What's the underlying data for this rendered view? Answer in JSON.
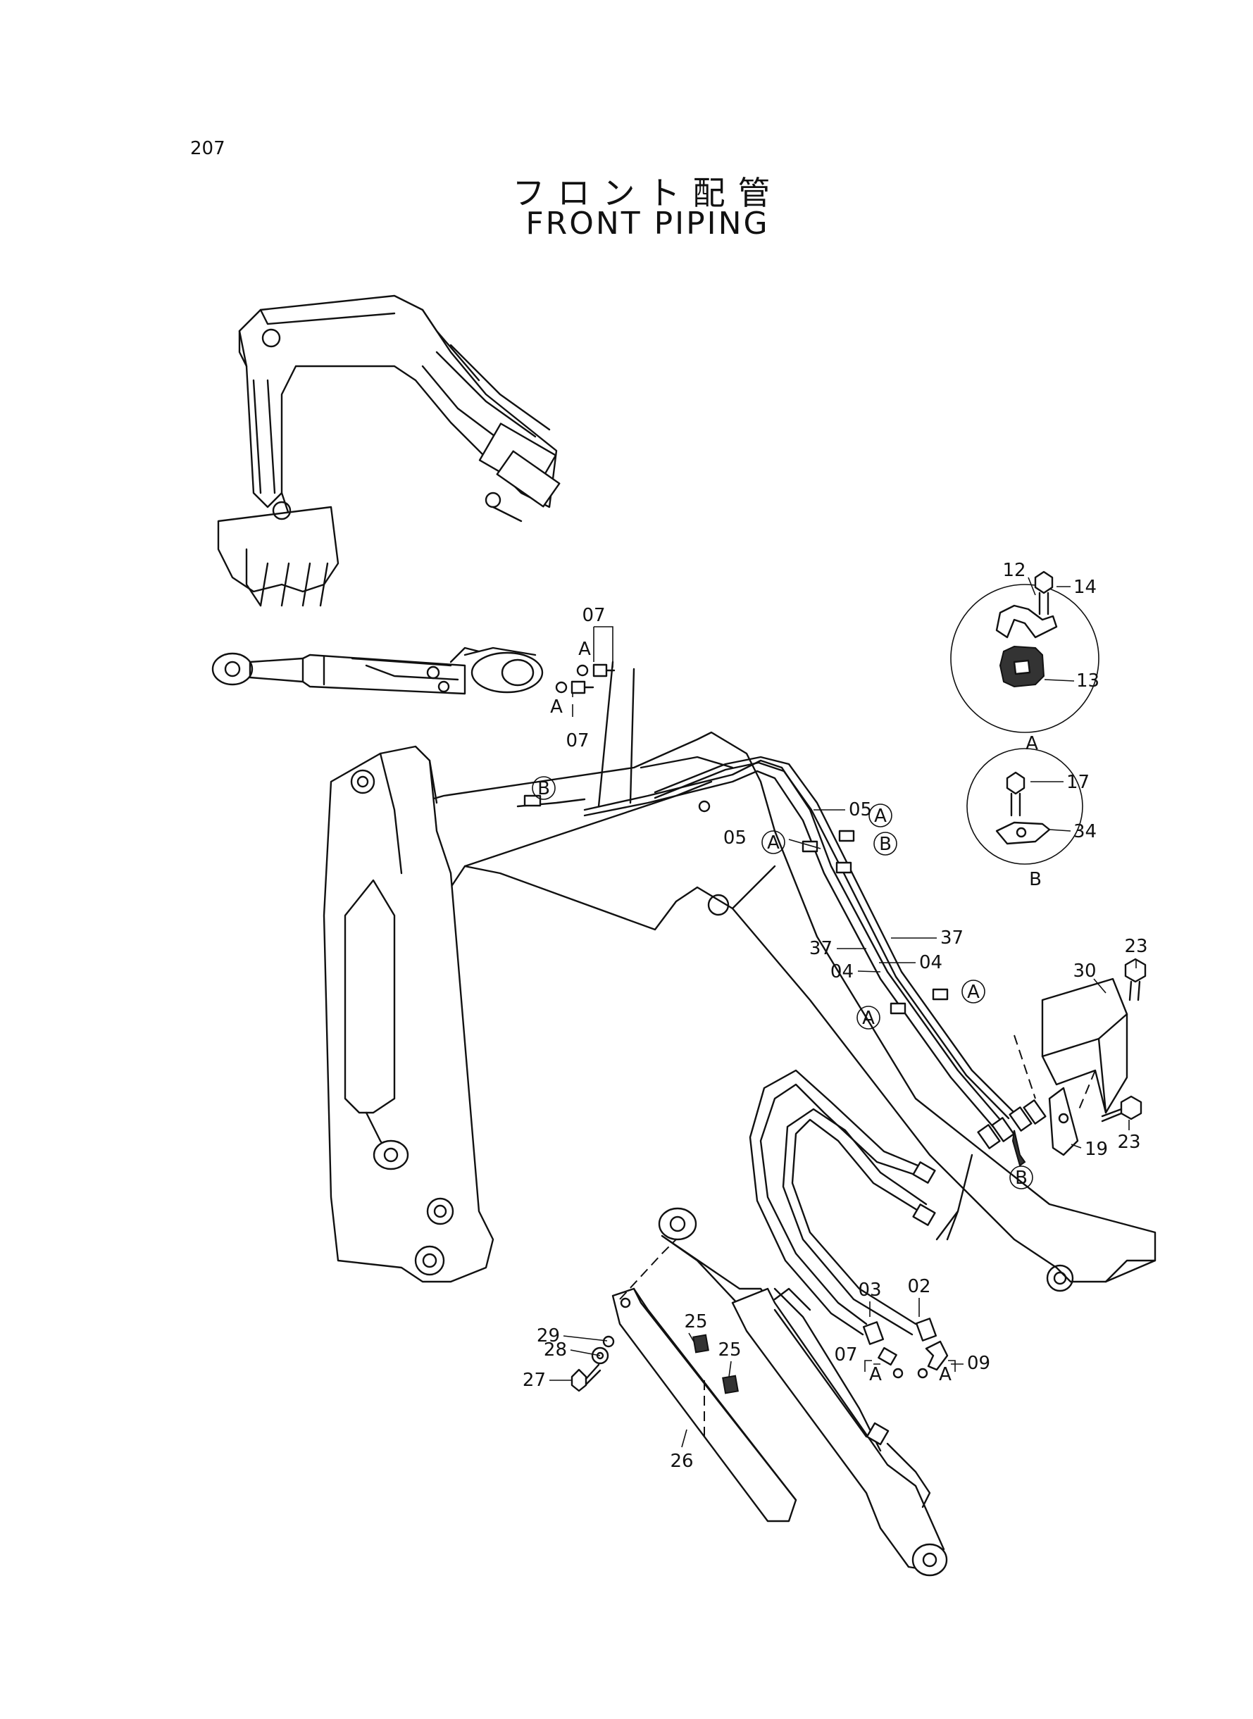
{
  "page_number": "207",
  "title_jp": "フロント配管",
  "title_en": "FRONT PIPING",
  "detail_views": {
    "a": {
      "label": "A",
      "parts": [
        "12",
        "14",
        "13"
      ]
    },
    "b": {
      "label": "B",
      "parts": [
        "17",
        "34"
      ]
    }
  },
  "callouts": {
    "c07_top": "07",
    "c07_mid": "07",
    "c07_low": "07",
    "c05_a": "05",
    "c05_b": "05",
    "c37_a": "37",
    "c37_b": "37",
    "c04_a": "04",
    "c04_b": "04",
    "c23_a": "23",
    "c23_b": "23",
    "c30": "30",
    "c19": "19",
    "c02": "02",
    "c03": "03",
    "c09": "09",
    "c25_a": "25",
    "c25_b": "25",
    "c26": "26",
    "c27": "27",
    "c28": "28",
    "c29": "29",
    "c12": "12",
    "c13": "13",
    "c14": "14",
    "c17": "17",
    "c34": "34"
  },
  "ref_markers": {
    "a": "A",
    "b": "B"
  }
}
